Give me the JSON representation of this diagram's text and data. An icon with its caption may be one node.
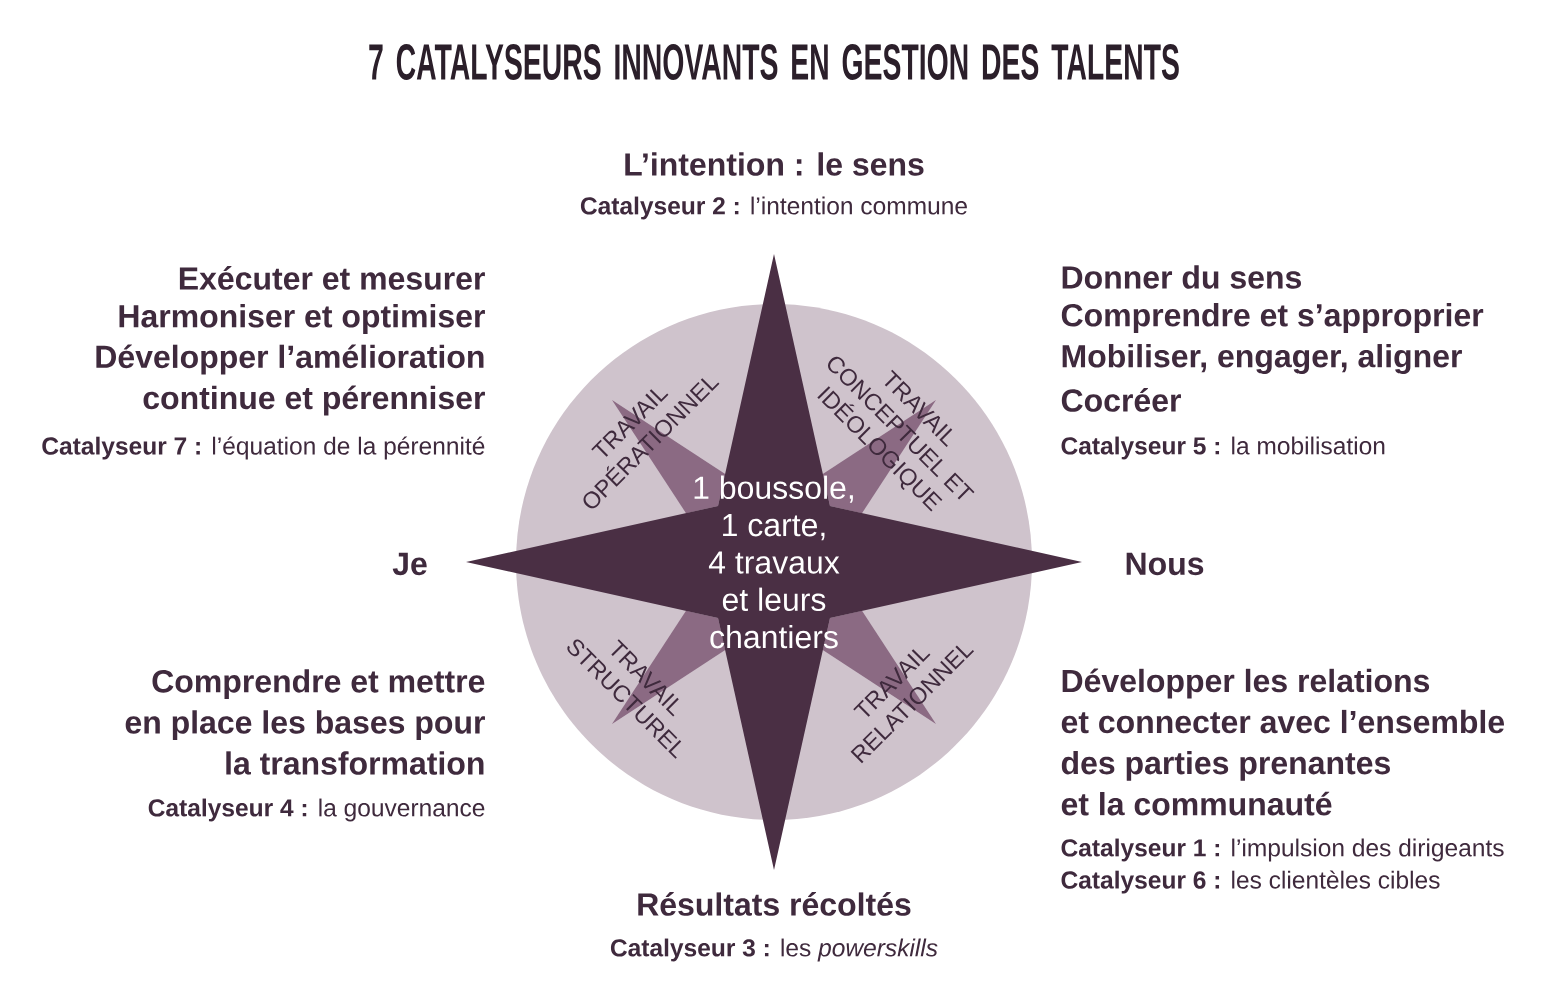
{
  "diagram": {
    "title": "7 CATALYSEURS INNOVANTS EN GESTION DES TALENTS",
    "nodes": [
      {
        "text": [
          "1 boussole, 1 carte, 4 travaux et leurs chantiers"
        ]
      },
      {
        "text": [
          "TRAVAIL OPÉRATIONNEL"
        ]
      },
      {
        "text": [
          "TRAVAIL CONCEPTUEL ET IDÉOLOGIQUE"
        ]
      },
      {
        "text": [
          "TRAVAIL STRUCTUREL"
        ]
      },
      {
        "text": [
          "TRAVAIL RELATIONNEL"
        ]
      }
    ],
    "labels": [
      "L’intention : le sens",
      "**Catalyseur 2 :** l’intention commune",
      "Exécuter et mesurer",
      "Harmoniser et optimiser",
      "Développer l’amélioration continue et pérenniser",
      "**Catalyseur 7 :** l’équation de la pérennité",
      "Donner du sens",
      "Comprendre et s’approprier",
      "Mobiliser, engager, aligner",
      "Cocréer",
      "**Catalyseur 5 :** la mobilisation",
      "Je",
      "Nous",
      "Comprendre et mettre en place les bases pour la transformation",
      "**Catalyseur 4 :** la gouvernance",
      "Développer les relations et connecter avec l’ensemble des parties prenantes et la communauté",
      "**Catalyseur 1 :** l’impulsion des dirigeants",
      "**Catalyseur 6 :** les clientèles cibles",
      "Résultats récoltés",
      "**Catalyseur 3 :** les *powerskills*"
    ]
  }
}
